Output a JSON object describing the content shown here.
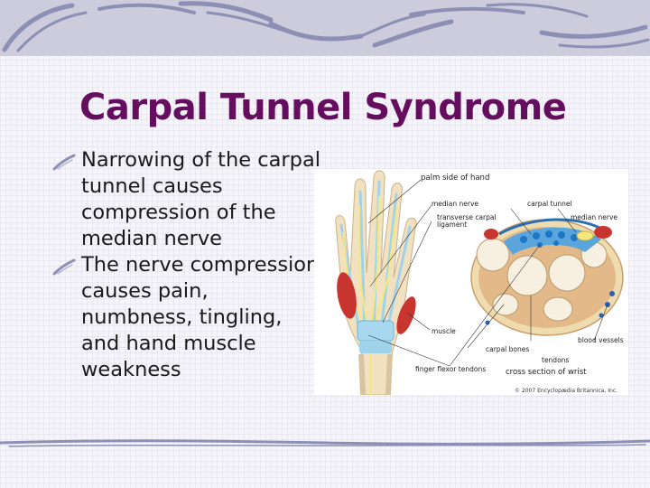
{
  "slide": {
    "title": "Carpal Tunnel Syndrome",
    "bullets": [
      "Narrowing of the carpal tunnel causes compression of the median nerve",
      "The nerve compression causes pain, numbness, tingling, and hand muscle weakness"
    ]
  },
  "figure": {
    "labels": {
      "palm_side": "palm side of hand",
      "median_nerve_left": "median nerve",
      "carpal_tunnel": "carpal tunnel",
      "transverse_carpal": "transverse carpal",
      "ligament": "ligament",
      "median_nerve_right": "median nerve",
      "muscle": "muscle",
      "carpal_bones": "carpal bones",
      "blood_vessels": "blood vessels",
      "tendons": "tendons",
      "finger_flexor": "finger flexor tendons",
      "cross_section": "cross section of wrist",
      "copyright": "© 2007 Encyclopædia Britannica, Inc."
    }
  },
  "colors": {
    "title": "#650d5e",
    "text": "#1a1a1a",
    "top_band": "#ccccdc",
    "swoosh": "#8d8fb4",
    "nerve": "#f6e87a",
    "tendon": "#9fd3ec",
    "muscle": "#c8342e",
    "bone": "#f2e1c0"
  }
}
